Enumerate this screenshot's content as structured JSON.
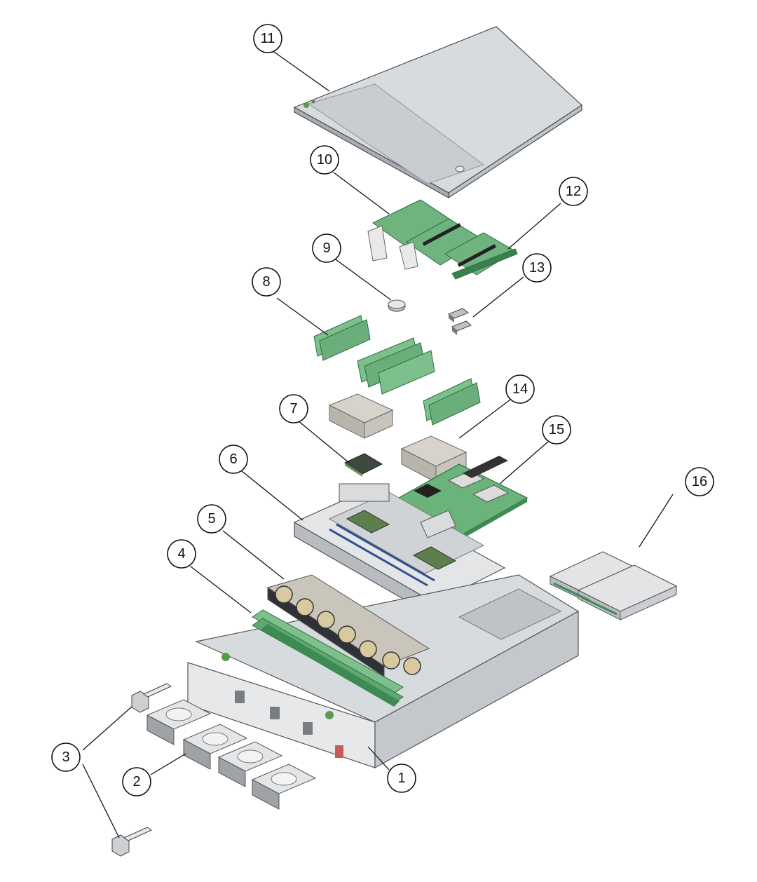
{
  "title": "",
  "callouts": [
    {
      "id": "callout-1",
      "label": "1"
    },
    {
      "id": "callout-2",
      "label": "2"
    },
    {
      "id": "callout-3",
      "label": "3"
    },
    {
      "id": "callout-4",
      "label": "4"
    },
    {
      "id": "callout-5",
      "label": "5"
    },
    {
      "id": "callout-6",
      "label": "6"
    },
    {
      "id": "callout-7",
      "label": "7"
    },
    {
      "id": "callout-8",
      "label": "8"
    },
    {
      "id": "callout-9",
      "label": "9"
    },
    {
      "id": "callout-10",
      "label": "10"
    },
    {
      "id": "callout-11",
      "label": "11"
    },
    {
      "id": "callout-12",
      "label": "12"
    },
    {
      "id": "callout-13",
      "label": "13"
    },
    {
      "id": "callout-14",
      "label": "14"
    },
    {
      "id": "callout-15",
      "label": "15"
    },
    {
      "id": "callout-16",
      "label": "16"
    }
  ],
  "colors": {
    "metal": "#cfd2d6",
    "metal_dark": "#9ca1a7",
    "board": "#5fae72",
    "board_dark": "#3e8a55",
    "blue_slot": "#2f4f8f",
    "fan_tan": "#d9c9a0",
    "fan_dark": "#2e3136",
    "heatsink": "#c8c4bc"
  }
}
